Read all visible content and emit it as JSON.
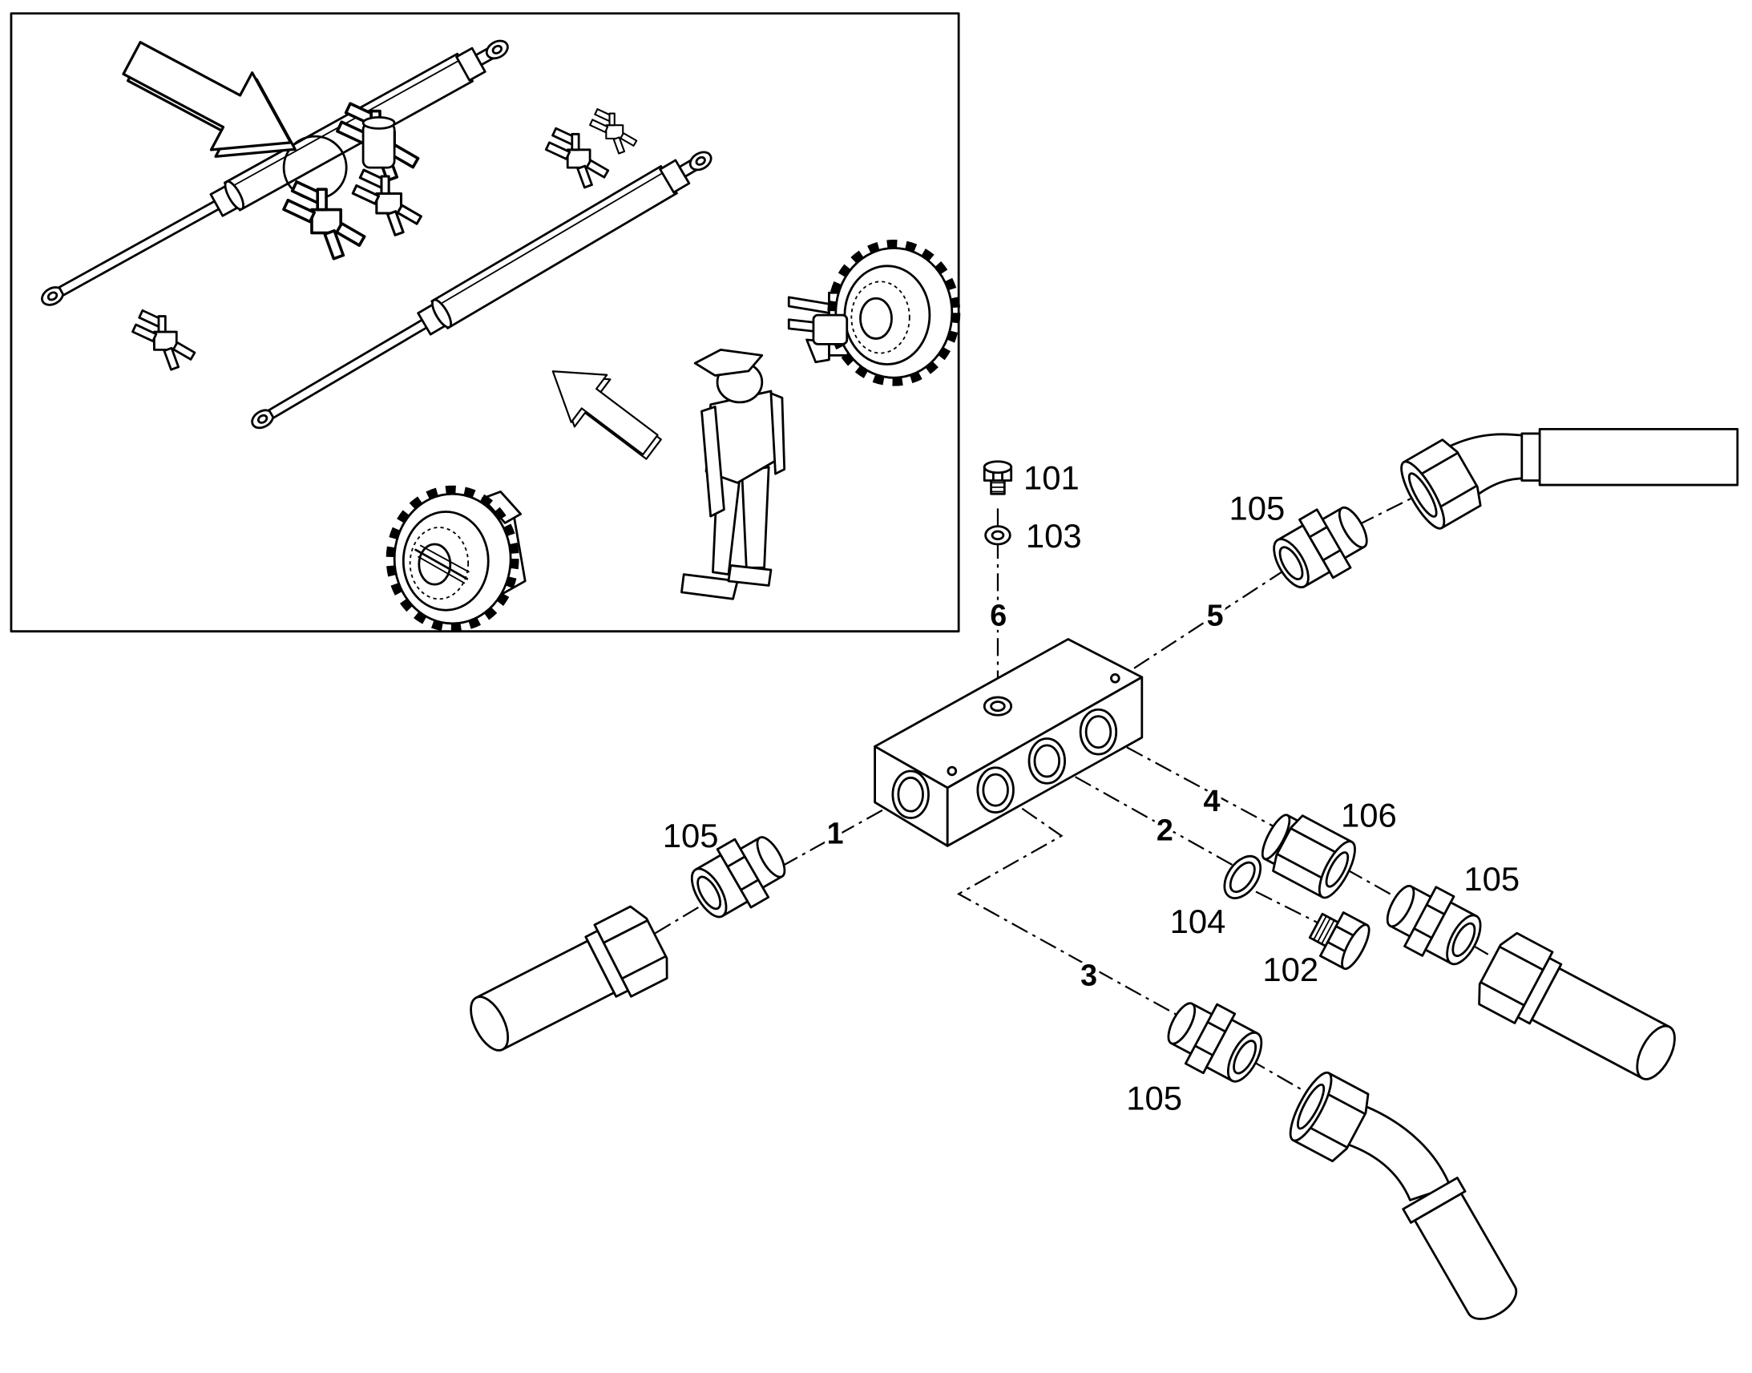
{
  "callouts": {
    "plug_top": "101",
    "washer_top": "103",
    "fitting_port5": "105",
    "fitting_port1": "105",
    "fitting_port4_cap": "106",
    "washer_port2": "104",
    "fitting_port4_hose": "105",
    "plug_port2": "102",
    "fitting_port3": "105"
  },
  "port_numbers": {
    "port1": "1",
    "port2": "2",
    "port3": "3",
    "port4": "4",
    "port5": "5",
    "port6": "6"
  }
}
